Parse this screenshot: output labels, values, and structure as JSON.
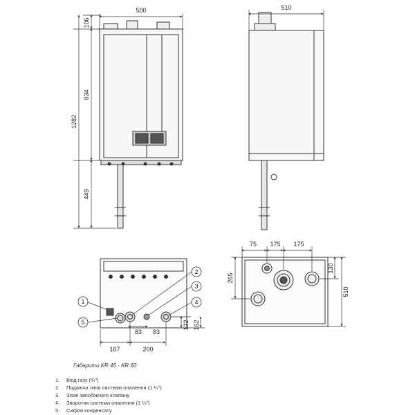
{
  "dimensions": {
    "front_width": "500",
    "side_width": "510",
    "top_offset": "106",
    "body_height": "834",
    "total_height": "1282",
    "lower_height": "449",
    "top_view_75": "75",
    "top_view_175a": "175",
    "top_view_175b": "175",
    "top_view_265": "265",
    "top_view_130": "130",
    "top_view_510": "510",
    "bottom_167": "167",
    "bottom_200": "200",
    "bottom_83_right": "83",
    "bottom_83_lower": "83",
    "bottom_122": "122",
    "bottom_162": "162"
  },
  "callouts": [
    "1",
    "2",
    "3",
    "4",
    "5"
  ],
  "caption": "Габарити KR 45 - KR 60",
  "legend": [
    {
      "num": "1.",
      "text": "Вхід газу (¾\")"
    },
    {
      "num": "2.",
      "text": "Подаючa лінія системи опалення (1 ¼\")"
    },
    {
      "num": "3.",
      "text": "Злив запобіжного клапану"
    },
    {
      "num": "4.",
      "text": "Зворотня система опалення (1 ¼\")"
    },
    {
      "num": "5.",
      "text": "Сифон конденсату"
    }
  ]
}
